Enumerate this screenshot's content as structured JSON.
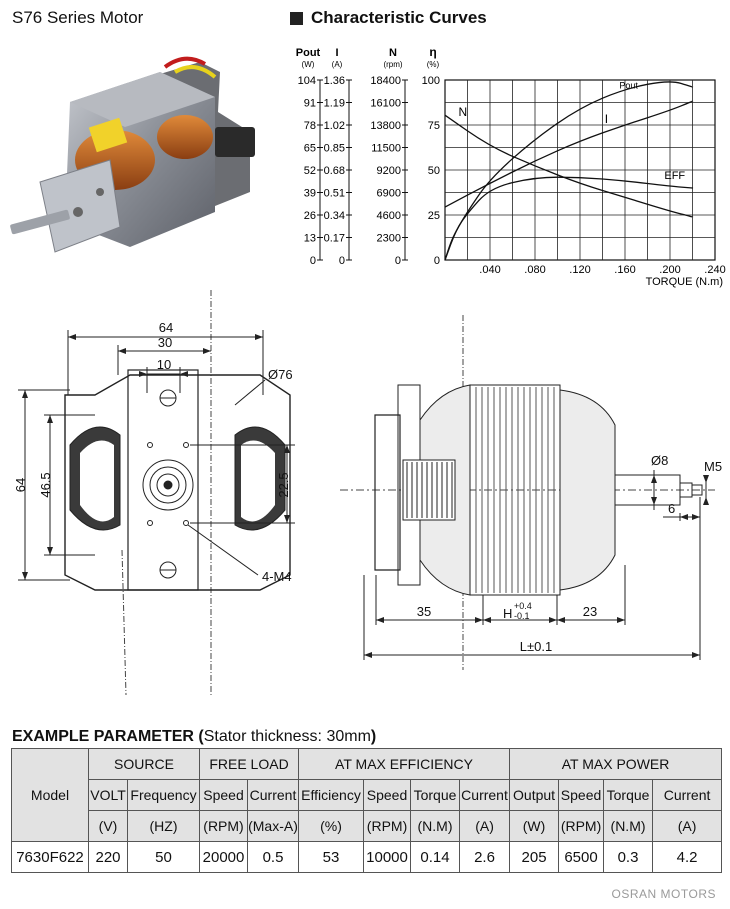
{
  "title": "S76 Series Motor",
  "curves_heading": "Characteristic Curves",
  "chart_data": {
    "type": "line",
    "xlabel": "TORQUE (N.m)",
    "x_ticks": [
      ".040",
      ".080",
      ".120",
      ".160",
      ".200",
      ".240"
    ],
    "xlim": [
      0,
      0.24
    ],
    "axes": [
      {
        "name": "Pout",
        "unit": "(W)",
        "ticks": [
          "104",
          "91",
          "78",
          "65",
          "52",
          "39",
          "26",
          "13",
          "0"
        ],
        "range": [
          0,
          104
        ]
      },
      {
        "name": "I",
        "unit": "(A)",
        "ticks": [
          "1.36",
          "1.19",
          "1.02",
          "0.85",
          "0.68",
          "0.51",
          "0.34",
          "0.17",
          "0"
        ],
        "range": [
          0,
          1.36
        ]
      },
      {
        "name": "N",
        "unit": "(rpm)",
        "ticks": [
          "18400",
          "16100",
          "13800",
          "11500",
          "9200",
          "6900",
          "4600",
          "2300",
          "0"
        ],
        "range": [
          0,
          18400
        ]
      },
      {
        "name": "η",
        "unit": "(%)",
        "ticks": [
          "100",
          "75",
          "50",
          "25",
          "0"
        ],
        "range": [
          0,
          100
        ]
      }
    ],
    "series": [
      {
        "name": "N",
        "x": [
          0.0,
          0.04,
          0.08,
          0.12,
          0.16,
          0.2,
          0.22
        ],
        "y": [
          14800,
          11600,
          9600,
          7800,
          6400,
          5000,
          4400
        ]
      },
      {
        "name": "Pout",
        "x": [
          0.0,
          0.005,
          0.01,
          0.02,
          0.04,
          0.08,
          0.12,
          0.16,
          0.2,
          0.22
        ],
        "y": [
          0,
          10,
          17,
          28,
          47,
          70,
          88,
          99,
          104,
          100
        ]
      },
      {
        "name": "I",
        "x": [
          0.0,
          0.04,
          0.08,
          0.12,
          0.16,
          0.2,
          0.22
        ],
        "y": [
          0.4,
          0.58,
          0.75,
          0.9,
          1.02,
          1.13,
          1.2
        ]
      },
      {
        "name": "EFF",
        "x": [
          0.0,
          0.01,
          0.02,
          0.04,
          0.08,
          0.12,
          0.16,
          0.2,
          0.22
        ],
        "y": [
          0,
          17,
          26,
          40,
          46,
          46,
          44,
          41,
          40
        ]
      }
    ]
  },
  "drawing": {
    "dim_64_width": "64",
    "dim_30": "30",
    "dim_10": "10",
    "dim_diameter_76": "Ø76",
    "dim_64_height": "64",
    "dim_46_5": "46.5",
    "dim_22_5": "22.5",
    "holes_label": "4-M4",
    "dim_diameter_8": "Ø8",
    "dim_m5": "M5",
    "dim_6": "6",
    "dim_35": "35",
    "dim_h": "H",
    "dim_h_tol_upper": "+0.4",
    "dim_h_tol_lower": "-0.1",
    "dim_23": "23",
    "dim_l": "L±0.1"
  },
  "params": {
    "heading_bold": "EXAMPLE PARAMETER",
    "heading_normal": "Stator thickness: 30mm",
    "model_header": "Model",
    "groups": [
      "SOURCE",
      "FREE LOAD",
      "AT MAX EFFICIENCY",
      "AT MAX POWER"
    ],
    "columns": [
      "VOLT",
      "Frequency",
      "Speed",
      "Current",
      "Efficiency",
      "Speed",
      "Torque",
      "Current",
      "Output",
      "Speed",
      "Torque",
      "Current"
    ],
    "units": [
      "(V)",
      "(HZ)",
      "(RPM)",
      "(Max-A)",
      "(%)",
      "(RPM)",
      "(N.M)",
      "(A)",
      "(W)",
      "(RPM)",
      "(N.M)",
      "(A)"
    ],
    "row": [
      "7630F622",
      "220",
      "50",
      "20000",
      "0.5",
      "53",
      "10000",
      "0.14",
      "2.6",
      "205",
      "6500",
      "0.3",
      "4.2"
    ]
  },
  "footer": "OSRAN MOTORS"
}
